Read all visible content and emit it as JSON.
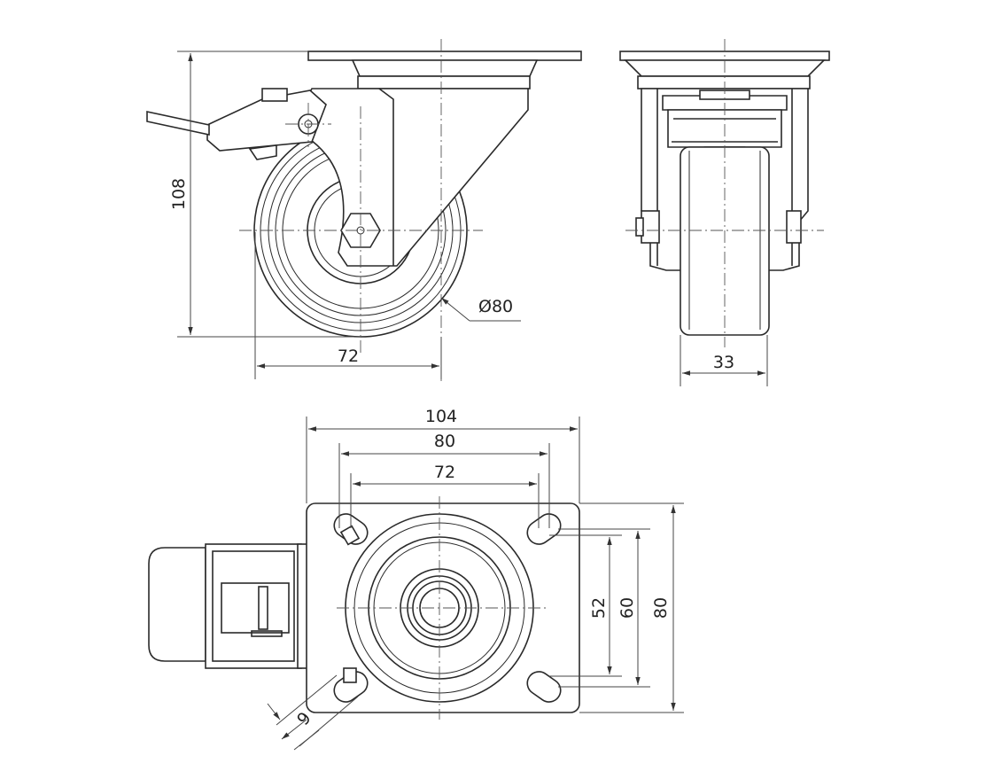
{
  "drawing": {
    "side_view": {
      "height_label": "108",
      "width_label": "72",
      "diameter_label": "Ø80"
    },
    "front_view": {
      "width_label": "33"
    },
    "top_view": {
      "plate_width_label": "104",
      "hole_spacing_outer_label": "80",
      "hole_spacing_inner_label": "72",
      "vertical_label_small": "52",
      "vertical_label_mid": "60",
      "vertical_label_large": "80",
      "slot_label": "9"
    }
  }
}
